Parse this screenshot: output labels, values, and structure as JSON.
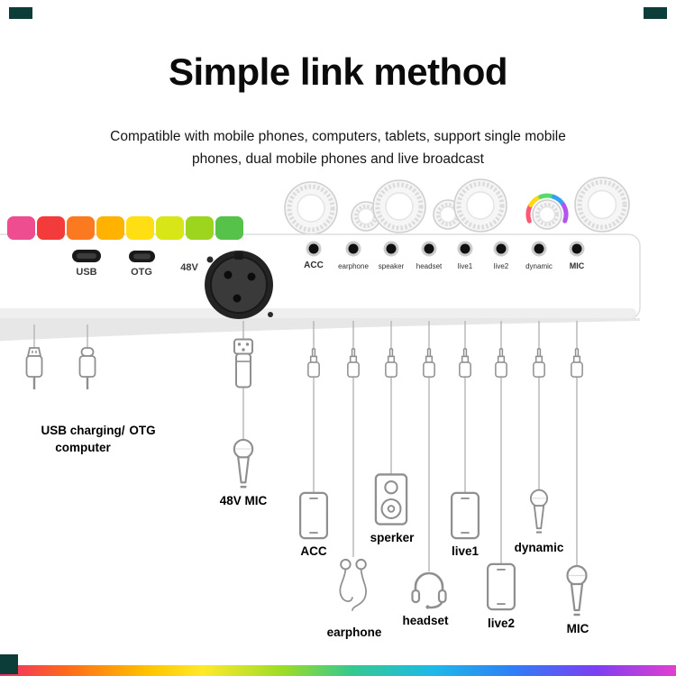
{
  "page": {
    "title": "Simple link method",
    "subtitle_line1": "Compatible with mobile phones, computers, tablets, support single mobile",
    "subtitle_line2": "phones, dual mobile phones and live broadcast"
  },
  "device": {
    "port_labels": {
      "usb": "USB",
      "otg": "OTG",
      "phantom": "48V",
      "acc": "ACC",
      "earphone": "earphone",
      "speaker": "speaker",
      "headset": "headset",
      "live1": "live1",
      "live2": "live2",
      "dynamic": "dynamic",
      "mic": "MIC"
    }
  },
  "connections": {
    "usb_line1": "USB charging/",
    "usb_line2": "computer",
    "otg": "OTG",
    "phantom_mic": "48V MIC",
    "acc": "ACC",
    "speaker": "sperker",
    "earphone": "earphone",
    "headset": "headset",
    "live1": "live1",
    "live2": "live2",
    "dynamic": "dynamic",
    "mic": "MIC"
  },
  "colors": {
    "led_segments": [
      "#ee4d90",
      "#f43b3b",
      "#fb7a1f",
      "#ffb300",
      "#ffdf14",
      "#d8e516",
      "#9cd41e",
      "#56c24a"
    ],
    "rgb_glow": [
      "#ff4d6d",
      "#ffd60a",
      "#4cd964",
      "#2d9cf6",
      "#b14cf0"
    ],
    "bottom_rainbow_left": "#ef2d6a",
    "bottom_rainbow_right": "#e23fd0",
    "watermark": "#0d3d38"
  }
}
